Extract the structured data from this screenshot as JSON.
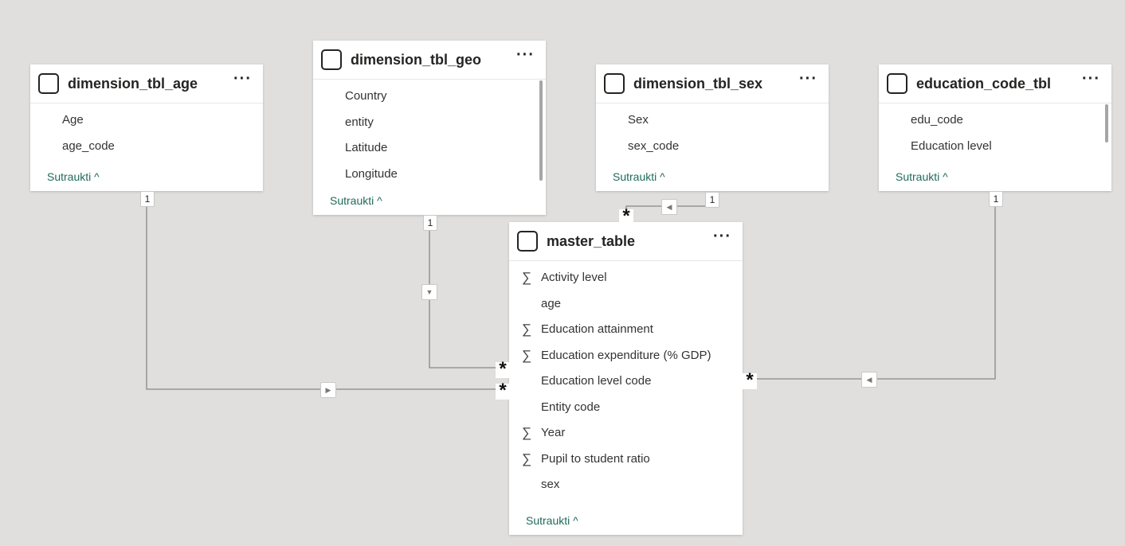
{
  "tables": {
    "age": {
      "title": "dimension_tbl_age",
      "more": "···",
      "fields": [
        {
          "name": "Age",
          "sigma": ""
        },
        {
          "name": "age_code",
          "sigma": ""
        }
      ],
      "collapse": "Sutraukti ^"
    },
    "geo": {
      "title": "dimension_tbl_geo",
      "more": "···",
      "fields": [
        {
          "name": "Country",
          "sigma": ""
        },
        {
          "name": "entity",
          "sigma": ""
        },
        {
          "name": "Latitude",
          "sigma": ""
        },
        {
          "name": "Longitude",
          "sigma": ""
        }
      ],
      "collapse": "Sutraukti ^"
    },
    "sex": {
      "title": "dimension_tbl_sex",
      "more": "···",
      "fields": [
        {
          "name": "Sex",
          "sigma": ""
        },
        {
          "name": "sex_code",
          "sigma": ""
        }
      ],
      "collapse": "Sutraukti ^"
    },
    "edu": {
      "title": "education_code_tbl",
      "more": "···",
      "fields": [
        {
          "name": "edu_code",
          "sigma": ""
        },
        {
          "name": "Education level",
          "sigma": ""
        }
      ],
      "collapse": "Sutraukti ^"
    },
    "master": {
      "title": "master_table",
      "more": "···",
      "fields": [
        {
          "name": "Activity level",
          "sigma": "∑"
        },
        {
          "name": "age",
          "sigma": ""
        },
        {
          "name": "Education attainment",
          "sigma": "∑"
        },
        {
          "name": "Education expenditure (% GDP)",
          "sigma": "∑"
        },
        {
          "name": "Education level code",
          "sigma": ""
        },
        {
          "name": "Entity code",
          "sigma": ""
        },
        {
          "name": "Year",
          "sigma": "∑"
        },
        {
          "name": "Pupil to student ratio",
          "sigma": "∑"
        },
        {
          "name": "sex",
          "sigma": ""
        }
      ],
      "collapse": "Sutraukti ^"
    }
  },
  "relationships": {
    "one_label": "1",
    "many_label": "*",
    "arrow_right": "▶",
    "arrow_left": "◀",
    "arrow_down": "▼"
  },
  "colors": {
    "canvas": "#e0dfde",
    "link": "#1f6b5a",
    "line": "#8a8886"
  }
}
